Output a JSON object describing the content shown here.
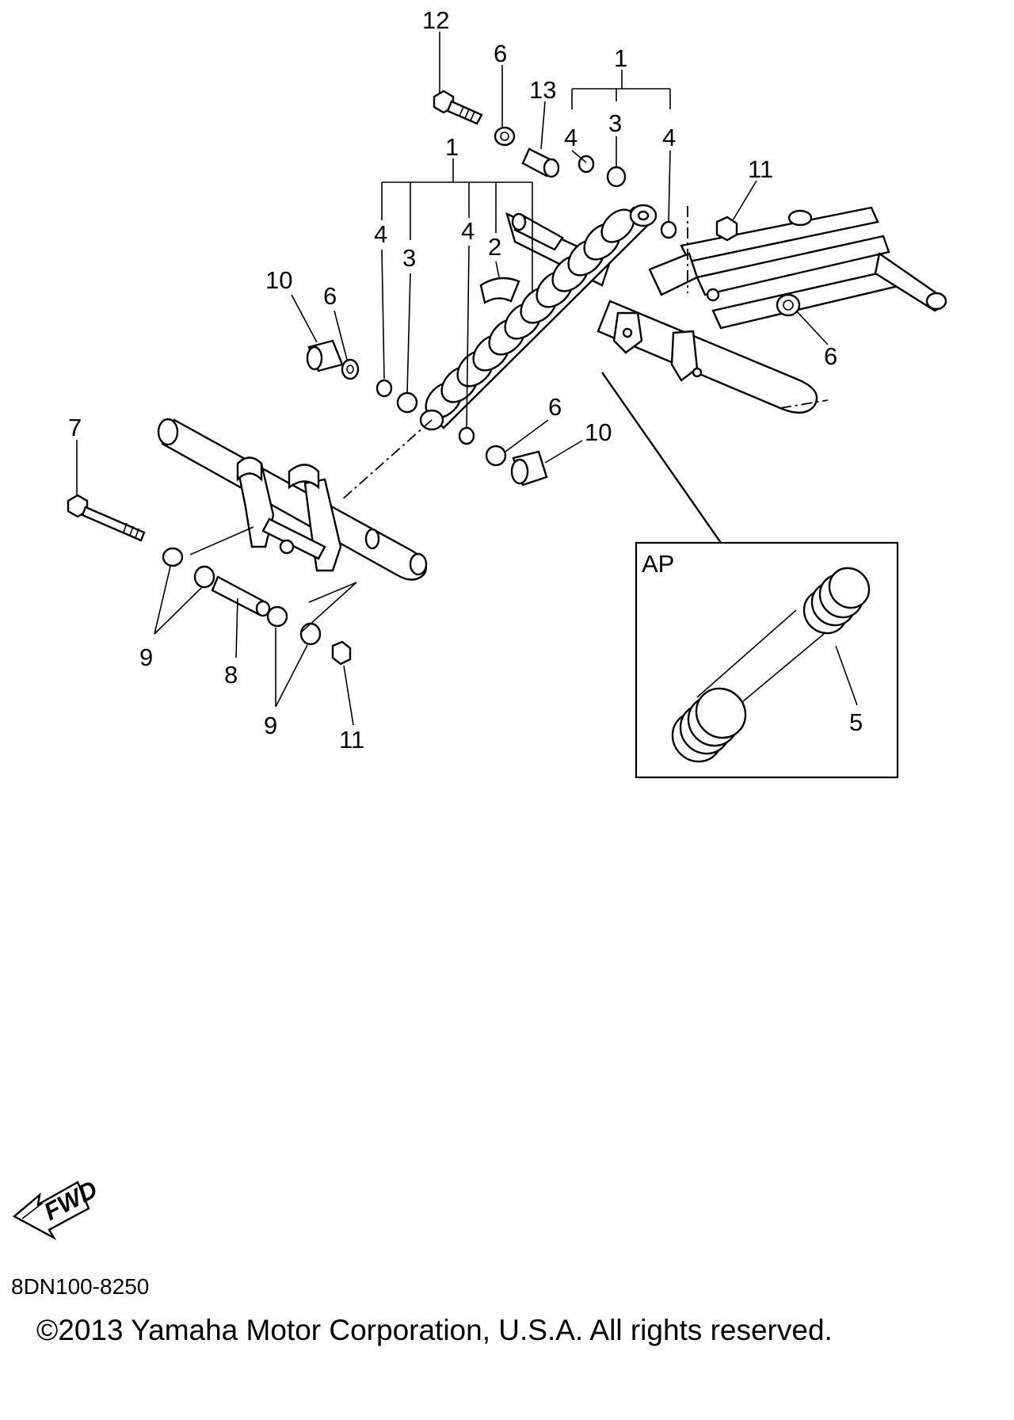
{
  "callouts": [
    {
      "id": "c12",
      "text": "12"
    },
    {
      "id": "c6a",
      "text": "6"
    },
    {
      "id": "c13",
      "text": "13"
    },
    {
      "id": "c1a",
      "text": "1"
    },
    {
      "id": "c4a",
      "text": "4"
    },
    {
      "id": "c3a",
      "text": "3"
    },
    {
      "id": "c4b",
      "text": "4"
    },
    {
      "id": "c11a",
      "text": "11"
    },
    {
      "id": "c1b",
      "text": "1"
    },
    {
      "id": "c4c",
      "text": "4"
    },
    {
      "id": "c3b",
      "text": "3"
    },
    {
      "id": "c4d",
      "text": "4"
    },
    {
      "id": "c2",
      "text": "2"
    },
    {
      "id": "c10a",
      "text": "10"
    },
    {
      "id": "c6b",
      "text": "6"
    },
    {
      "id": "c6c",
      "text": "6"
    },
    {
      "id": "c6d",
      "text": "6"
    },
    {
      "id": "c10b",
      "text": "10"
    },
    {
      "id": "c7",
      "text": "7"
    },
    {
      "id": "c9a",
      "text": "9"
    },
    {
      "id": "c8",
      "text": "8"
    },
    {
      "id": "c9b",
      "text": "9"
    },
    {
      "id": "c11b",
      "text": "11"
    },
    {
      "id": "c5",
      "text": "5"
    }
  ],
  "inset_label": "AP",
  "fwd_label": "FWD",
  "diagram_code": "8DN100-8250",
  "copyright": "©2013 Yamaha Motor Corporation, U.S.A. All rights reserved."
}
